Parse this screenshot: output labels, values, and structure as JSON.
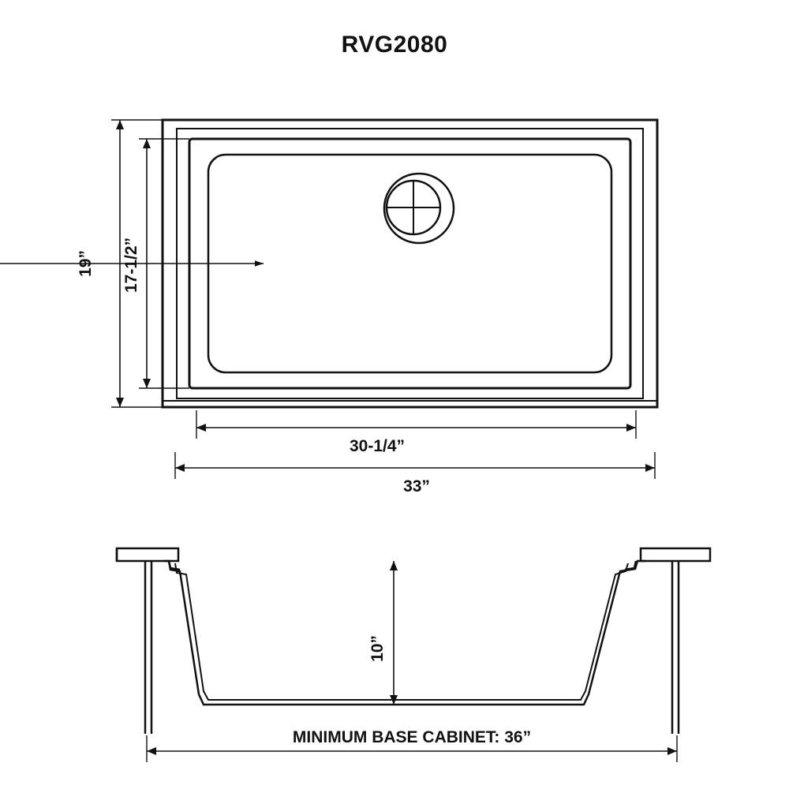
{
  "document": {
    "title": "RVG2080",
    "type": "technical-dimension-drawing",
    "subject": "kitchen sink specification drawing"
  },
  "views": {
    "top": {
      "name": "top-view",
      "dimensions": {
        "overall_height": "19”",
        "inner_height": "17-1/2”",
        "inner_width": "30-1/4”",
        "overall_width": "33”"
      }
    },
    "section": {
      "name": "cross-section-view",
      "dimensions": {
        "depth": "10”",
        "base_cabinet": "MINIMUM BASE CABINET: 36”"
      }
    }
  },
  "colors": {
    "line": "#111111",
    "background": "#ffffff",
    "accent": "#000000"
  }
}
